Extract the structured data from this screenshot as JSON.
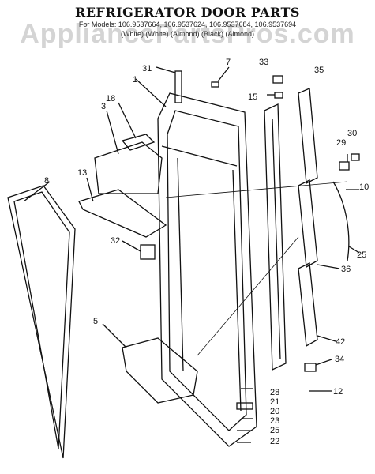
{
  "title": "REFRIGERATOR DOOR PARTS",
  "models_line": "For Models: 106.9537664, 106.9537624, 106.9537684, 106.9537694",
  "colors_line": "(White)      (White)      (Almond)      (Black)      (Almond)",
  "watermark": "AppliancePartsPros.com",
  "callouts": [
    "31",
    "7",
    "33",
    "35",
    "1",
    "15",
    "18",
    "3",
    "30",
    "29",
    "10",
    "13",
    "8",
    "32",
    "25",
    "36",
    "5",
    "42",
    "34",
    "28",
    "21",
    "12",
    "20",
    "23",
    "25",
    "22"
  ]
}
